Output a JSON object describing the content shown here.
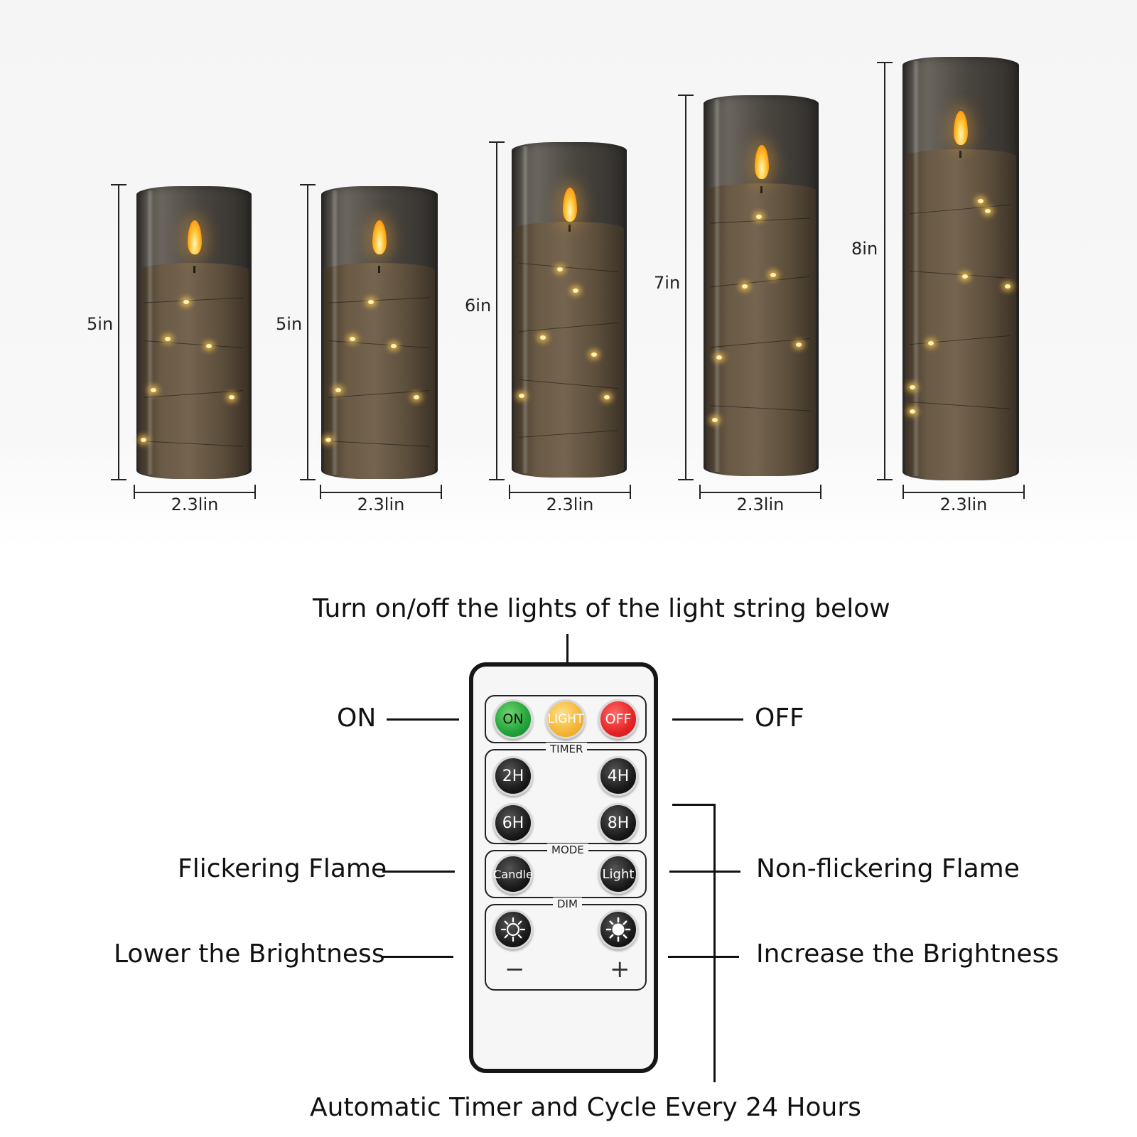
{
  "candles": [
    {
      "height_label": "5in",
      "width_label": "2.3lin"
    },
    {
      "height_label": "5in",
      "width_label": "2.3lin"
    },
    {
      "height_label": "6in",
      "width_label": "2.3lin"
    },
    {
      "height_label": "7in",
      "width_label": "2.3lin"
    },
    {
      "height_label": "8in",
      "width_label": "2.3lin"
    }
  ],
  "remote": {
    "top_row": {
      "on": "ON",
      "light": "LIGHT",
      "off": "OFF"
    },
    "timer": {
      "title": "TIMER",
      "b2h": "2H",
      "b4h": "4H",
      "b6h": "6H",
      "b8h": "8H"
    },
    "mode": {
      "title": "MODE",
      "candle": "Candle",
      "light": "Light"
    },
    "dim": {
      "title": "DIM",
      "minus": "−",
      "plus": "+"
    }
  },
  "callouts": {
    "top": "Turn on/off the lights of the light string below",
    "on": "ON",
    "off": "OFF",
    "flicker": "Flickering Flame",
    "non_flicker": "Non-flickering Flame",
    "lower": "Lower the Brightness",
    "increase": "Increase the Brightness",
    "bottom": "Automatic Timer and Cycle Every 24 Hours"
  },
  "colors": {
    "on_button": "#22a33a",
    "light_button": "#f5b534",
    "off_button": "#e52424",
    "glass": "#4a4640"
  }
}
